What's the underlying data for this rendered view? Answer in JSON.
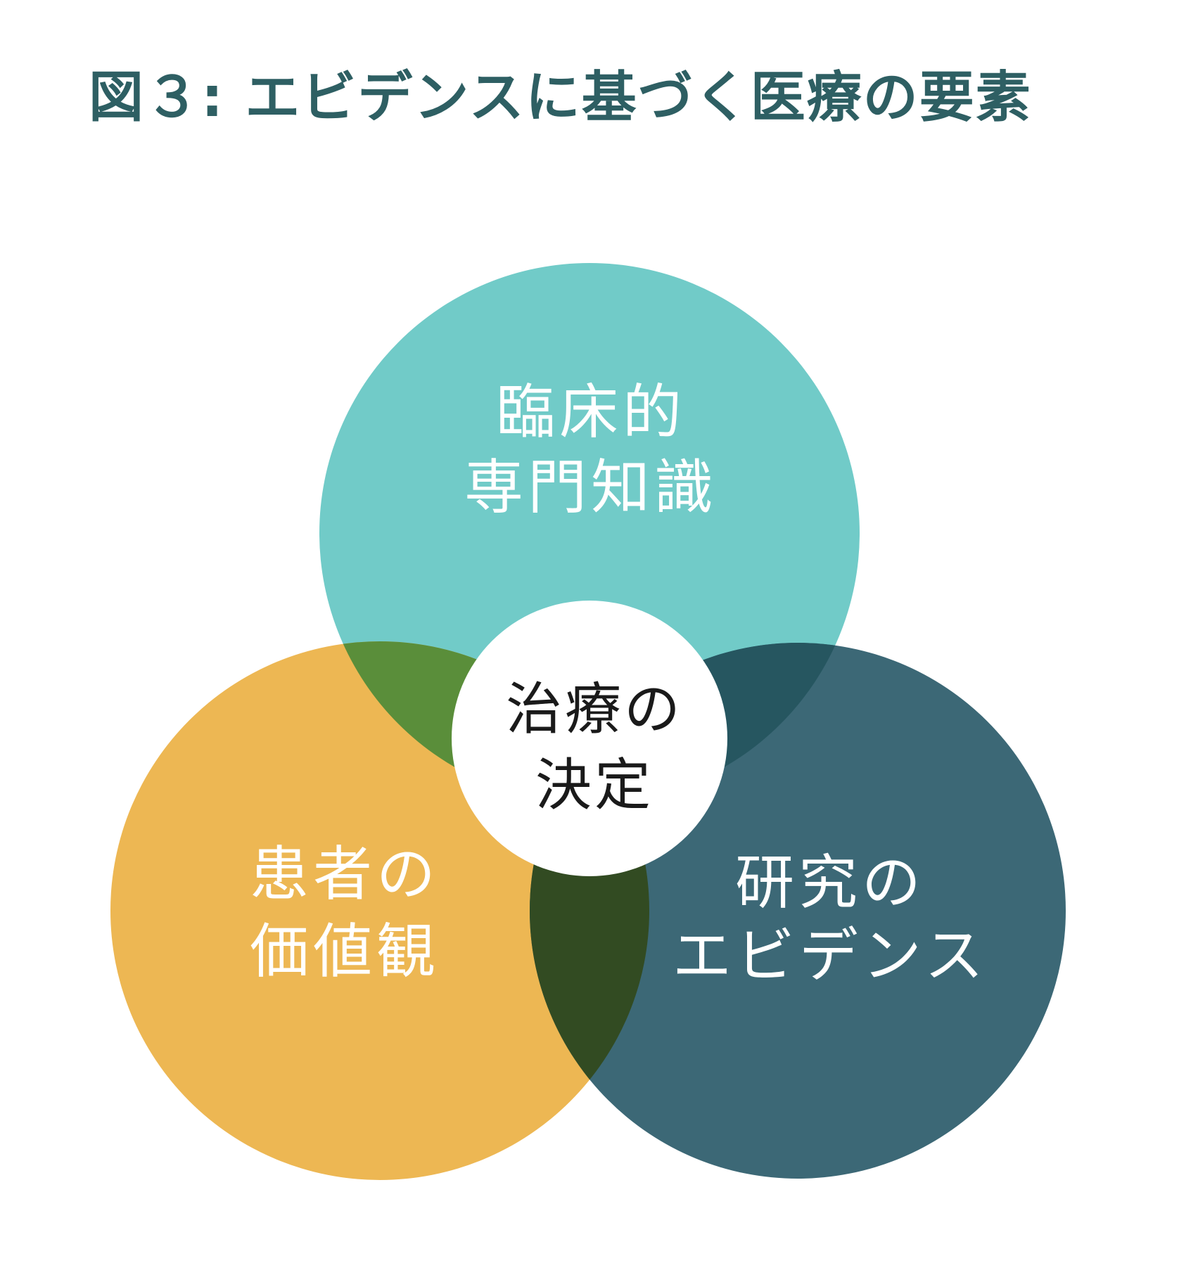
{
  "title": "図３: エビデンスに基づく医療の要素",
  "colors": {
    "top_circle": "#71cbc8",
    "left_circle": "#edb753",
    "right_circle": "#3c6876",
    "overlap_top_left": "#5a8e3a",
    "overlap_top_right": "#265660",
    "overlap_left_right": "#324b22",
    "center_circle": "#ffffff",
    "title": "#2e5f63"
  },
  "circles": {
    "top": {
      "line1": "臨床的",
      "line2": "専門知識"
    },
    "left": {
      "line1": "患者の",
      "line2": "価値観"
    },
    "right": {
      "line1": "研究の",
      "line2": "エビデンス"
    },
    "center": {
      "line1": "治療の",
      "line2": "決定"
    }
  }
}
